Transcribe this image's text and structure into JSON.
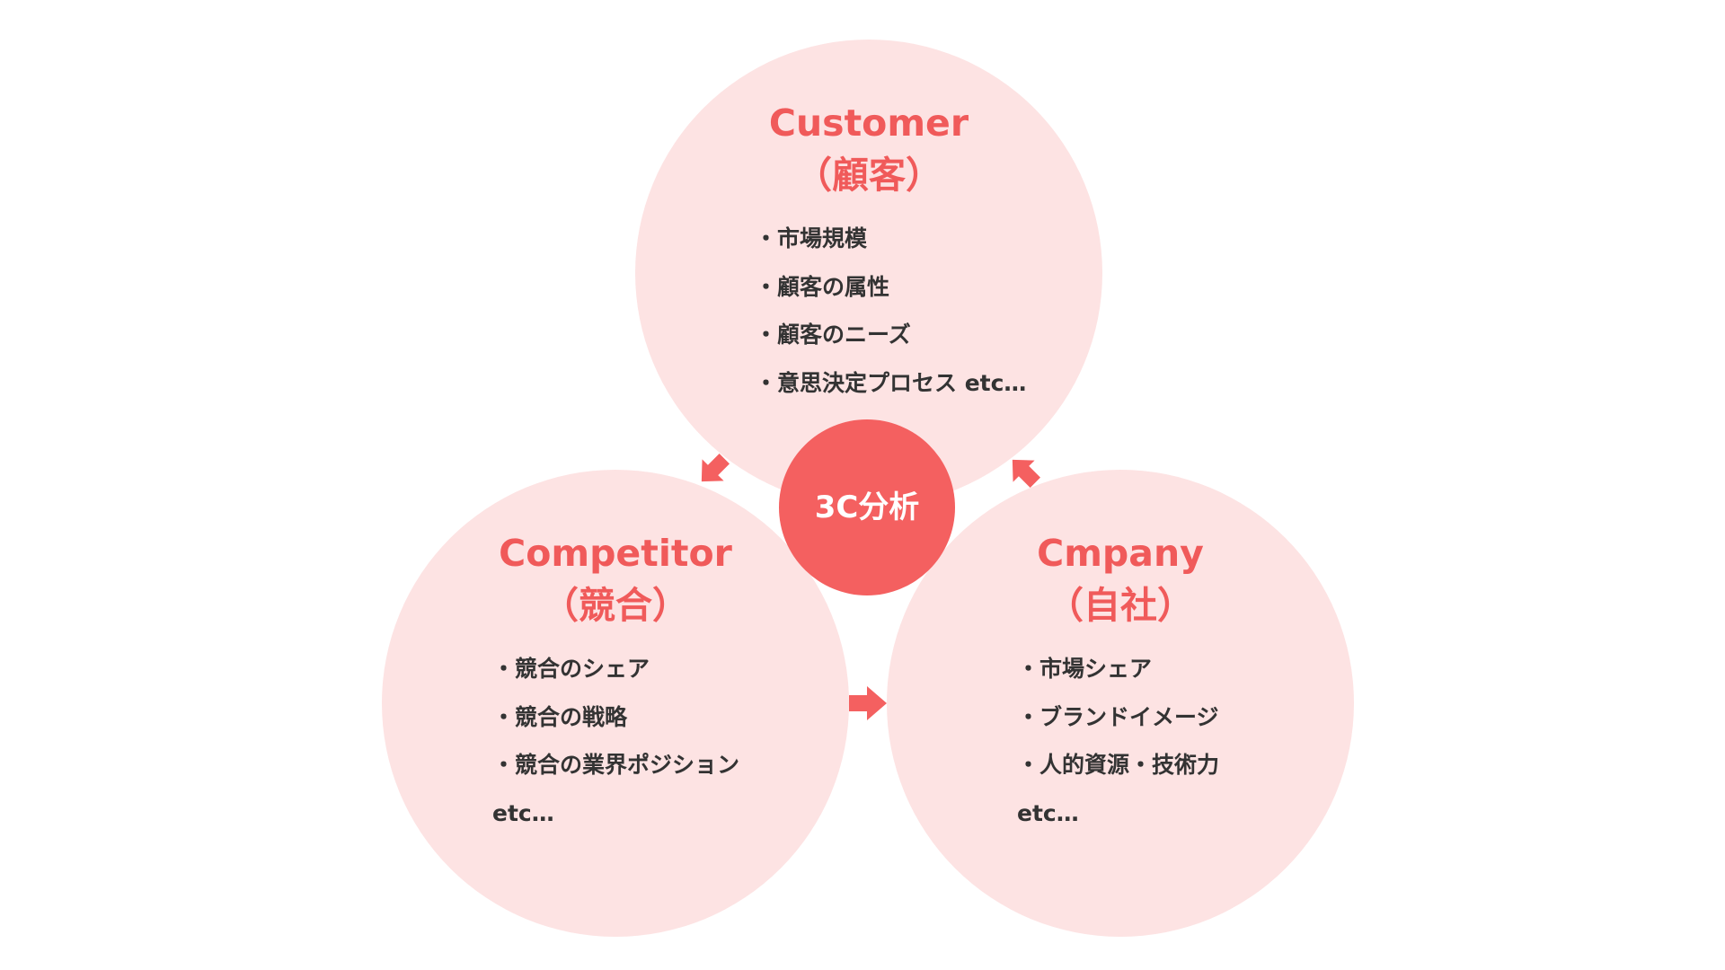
{
  "center_label": "3C分析",
  "accent_color": "#f05a5a",
  "circle_fill": "#fde3e3",
  "center_fill": "#f46060",
  "customer": {
    "title_en": "Customer",
    "title_jp": "（顧客）",
    "items": [
      "・市場規模",
      "・顧客の属性",
      "・顧客のニーズ",
      "・意思決定プロセス etc…"
    ]
  },
  "competitor": {
    "title_en": "Competitor",
    "title_jp": "（競合）",
    "items": [
      "・競合のシェア",
      "・競合の戦略",
      "・競合の業界ポジション",
      "etc…"
    ]
  },
  "company": {
    "title_en": "Cmpany",
    "title_jp": "（自社）",
    "items": [
      "・市場シェア",
      "・ブランドイメージ",
      "・人的資源・技術力",
      "etc…"
    ]
  }
}
